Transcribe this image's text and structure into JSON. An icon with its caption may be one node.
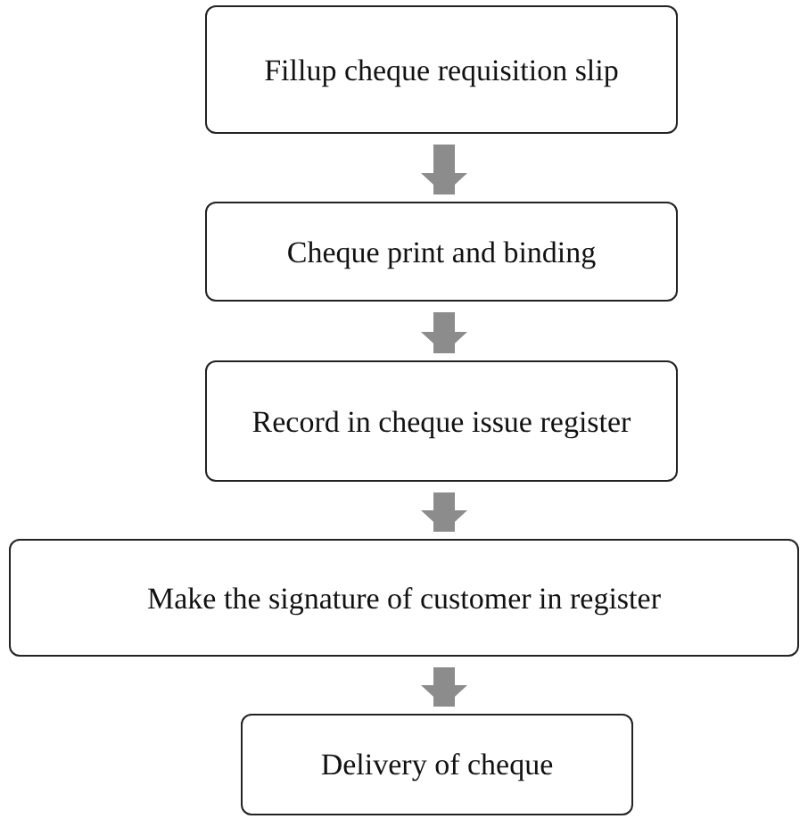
{
  "diagram": {
    "nodes": [
      {
        "text": [
          "Fillup cheque requisition slip"
        ]
      },
      {
        "text": [
          "Cheque print and binding"
        ]
      },
      {
        "text": [
          "Record in cheque issue register"
        ]
      },
      {
        "text": [
          "Make the signature of customer in register"
        ]
      },
      {
        "text": [
          "Delivery of cheque"
        ]
      }
    ],
    "edges": [
      {
        "from": 0,
        "to": 1,
        "arrow": "to"
      },
      {
        "from": 1,
        "to": 2,
        "arrow": "to"
      },
      {
        "from": 2,
        "to": 3,
        "arrow": "to"
      },
      {
        "from": 3,
        "to": 4,
        "arrow": "to"
      }
    ]
  }
}
